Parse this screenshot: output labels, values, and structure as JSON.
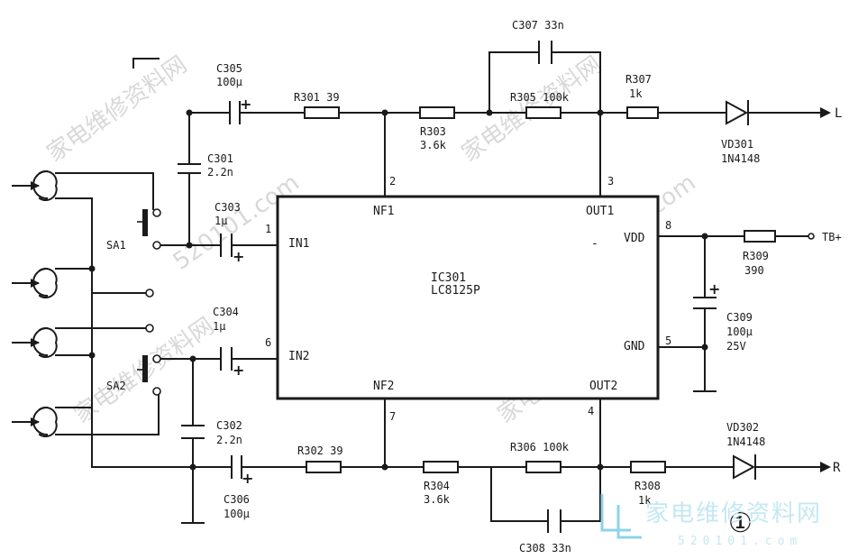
{
  "ic": {
    "ref": "IC301",
    "part": "LC8125P",
    "pins": {
      "in1": "IN1",
      "in2": "IN2",
      "nf1": "NF1",
      "nf2": "NF2",
      "out1": "OUT1",
      "out2": "OUT2",
      "vdd": "VDD",
      "gnd": "GND",
      "minus": "-"
    },
    "pin_numbers": {
      "in1": "1",
      "nf1": "2",
      "out1": "3",
      "out2": "4",
      "gnd": "5",
      "in2": "6",
      "nf2": "7",
      "vdd": "8"
    }
  },
  "components": {
    "c305": {
      "ref": "C305",
      "value": "100μ"
    },
    "c301": {
      "ref": "C301",
      "value": "2.2n"
    },
    "c303": {
      "ref": "C303",
      "value": "1μ"
    },
    "c304": {
      "ref": "C304",
      "value": "1μ"
    },
    "c302": {
      "ref": "C302",
      "value": "2.2n"
    },
    "c306": {
      "ref": "C306",
      "value": "100μ"
    },
    "c307": {
      "label": "C307 33n"
    },
    "c308": {
      "label": "C308 33n"
    },
    "c309": {
      "ref": "C309",
      "value": "100μ",
      "voltage": "25V"
    },
    "r301": {
      "label": "R301 39"
    },
    "r302": {
      "label": "R302 39"
    },
    "r303": {
      "ref": "R303",
      "value": "3.6k"
    },
    "r304": {
      "ref": "R304",
      "value": "3.6k"
    },
    "r305": {
      "label": "R305 100k"
    },
    "r306": {
      "label": "R306 100k"
    },
    "r307": {
      "ref": "R307",
      "value": "1k"
    },
    "r308": {
      "ref": "R308",
      "value": "1k"
    },
    "r309": {
      "ref": "R309",
      "value": "390"
    },
    "vd301": {
      "ref": "VD301",
      "part": "1N4148"
    },
    "vd302": {
      "ref": "VD302",
      "part": "1N4148"
    },
    "sa1": {
      "ref": "SA1"
    },
    "sa2": {
      "ref": "SA2"
    }
  },
  "outputs": {
    "left": "L",
    "right": "R",
    "supply": "TB+"
  },
  "figure_number": "①",
  "watermark": {
    "text": "家电维修资料网",
    "url": "520101.com",
    "logo_text": "家电维修资料网",
    "logo_url": "520101.com"
  }
}
